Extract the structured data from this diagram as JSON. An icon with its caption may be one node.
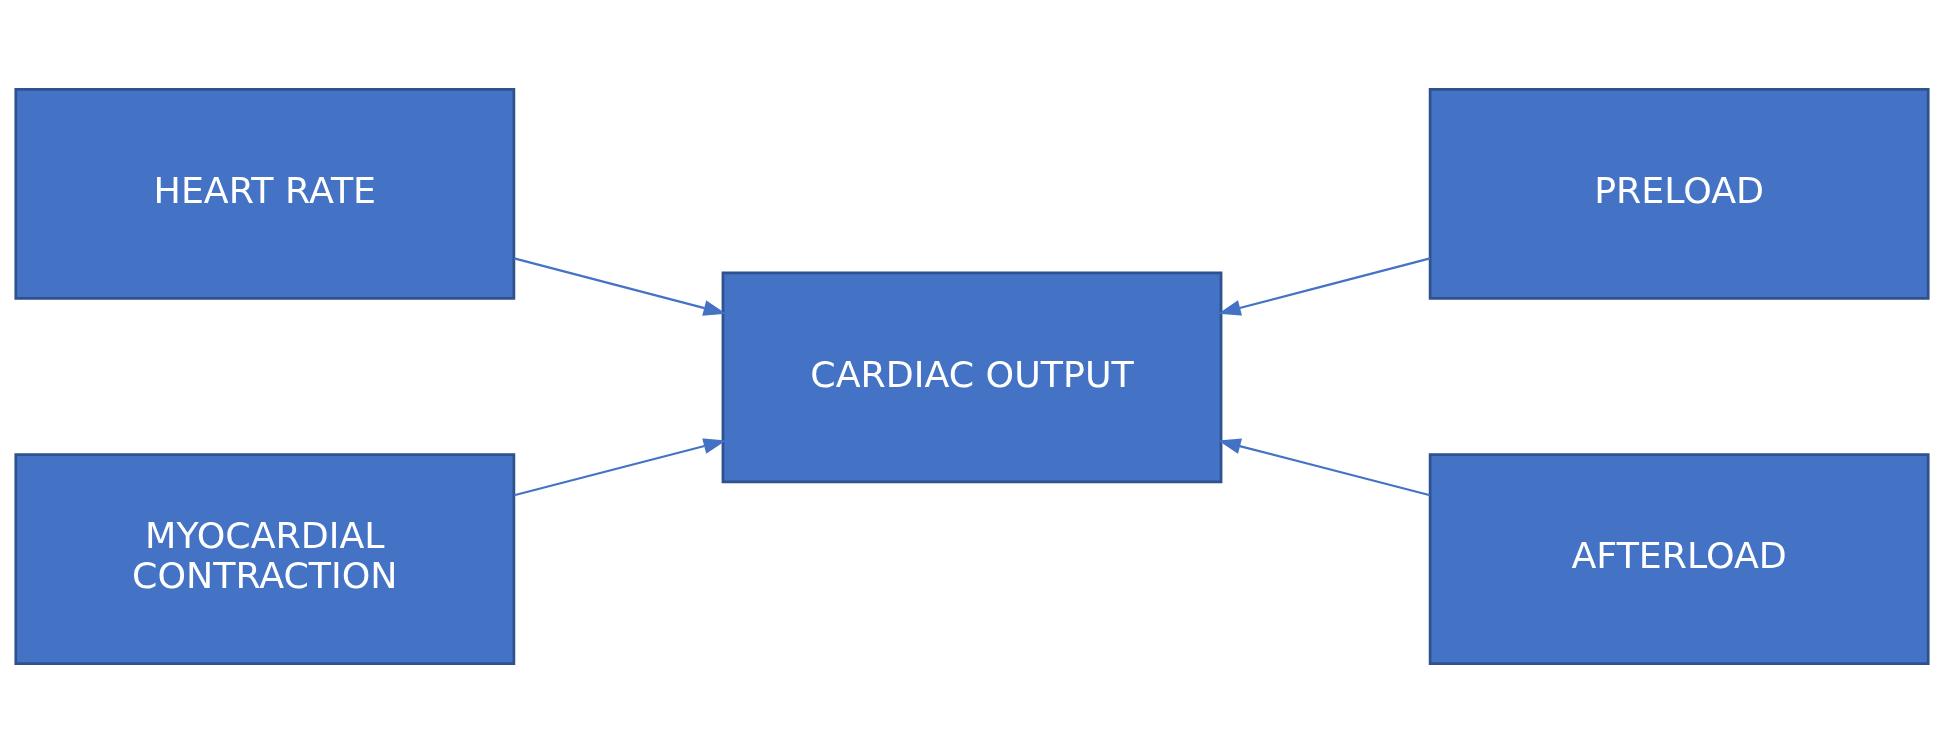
{
  "diagram": {
    "nodes": [
      {
        "text": [
          "HEART RATE"
        ]
      },
      {
        "text": [
          "PRELOAD"
        ]
      },
      {
        "text": [
          "CARDIAC OUTPUT"
        ]
      },
      {
        "text": [
          "MYOCARDIAL CONTRACTION"
        ]
      },
      {
        "text": [
          "AFTERLOAD"
        ]
      }
    ],
    "edges": [
      {
        "from": 0,
        "to": 2,
        "arrow": "to"
      },
      {
        "from": 1,
        "to": 2,
        "arrow": "to"
      },
      {
        "from": 3,
        "to": 2,
        "arrow": "to"
      },
      {
        "from": 4,
        "to": 2,
        "arrow": "to"
      }
    ]
  }
}
